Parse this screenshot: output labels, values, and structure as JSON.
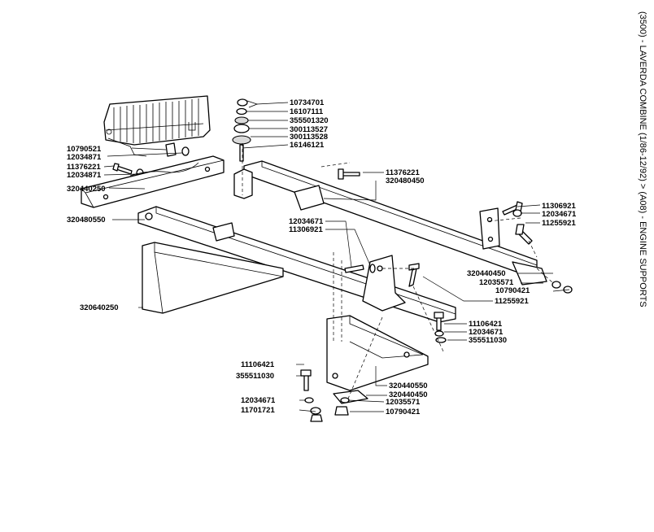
{
  "title": "(3500) - LAVERDA COMBINE (1/86-12/92) > (A08) - ENGINE SUPPORTS",
  "labels": {
    "p10734701": "10734701",
    "p16107111": "16107111",
    "p355501320": "355501320",
    "p300113527": "300113527",
    "p300113528": "300113528",
    "p16146121": "16146121",
    "p10790521": "10790521",
    "p12034871a": "12034871",
    "p11376221a": "11376221",
    "p12034871b": "12034871",
    "p320440250": "320440250",
    "p320480550": "320480550",
    "p11376221b": "11376221",
    "p320480450": "320480450",
    "p11306921a": "11306921",
    "p12034671a": "12034671",
    "p11255921a": "11255921",
    "p12034671b": "12034671",
    "p11306921b": "11306921",
    "p320440450a": "320440450",
    "p12035571a": "12035571",
    "p10790421a": "10790421",
    "p11255921b": "11255921",
    "p320640250": "320640250",
    "p11106421a": "11106421",
    "p12034671c": "12034671",
    "p355511030a": "355511030",
    "p11106421b": "11106421",
    "p355511030b": "355511030",
    "p320440550": "320440550",
    "p320440450b": "320440450",
    "p12034671d": "12034671",
    "p12035571b": "12035571",
    "p11701721": "11701721",
    "p10790421b": "10790421"
  }
}
